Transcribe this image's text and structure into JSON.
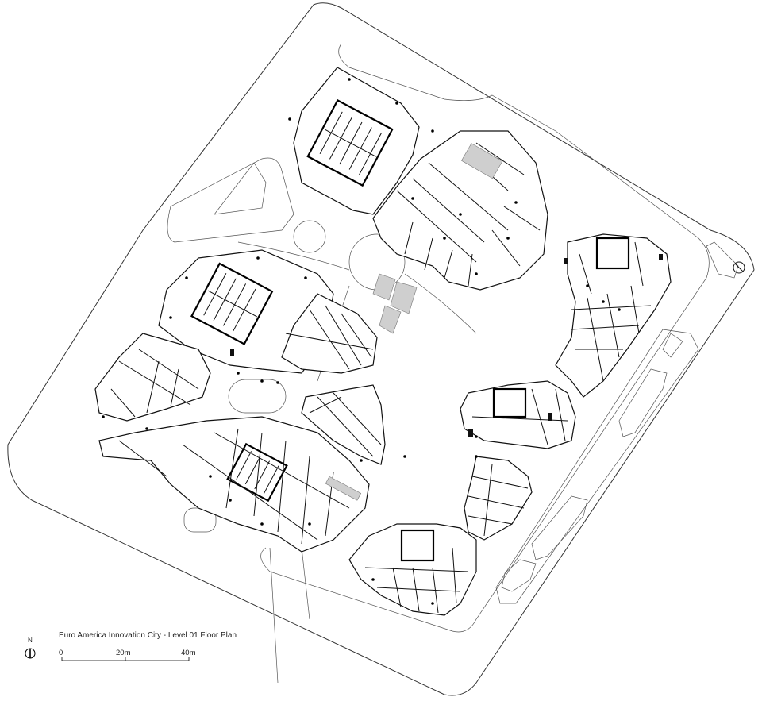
{
  "title": "Euro America Innovation City  - Level 01 Floor Plan",
  "north_label": "N",
  "scale_bar": {
    "labels": [
      "0",
      "20m",
      "40m"
    ]
  },
  "icons": [
    "north-arrow-icon",
    "site-marker-icon"
  ]
}
